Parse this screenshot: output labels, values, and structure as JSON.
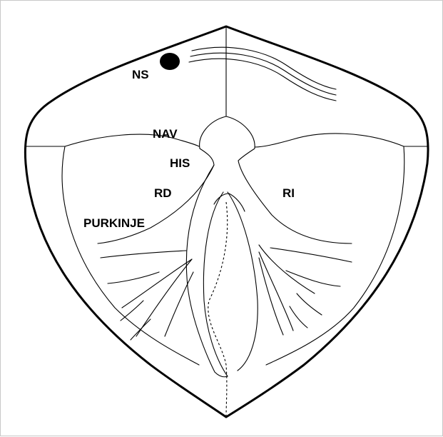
{
  "labels": {
    "ns": "NS",
    "nav": "NAV",
    "his": "HIS",
    "rd": "RD",
    "ri": "RI",
    "purkinje": "PURKINJE"
  },
  "colors": {
    "stroke": "#000000",
    "background": "#ffffff",
    "frame": "#c8c8c8"
  }
}
